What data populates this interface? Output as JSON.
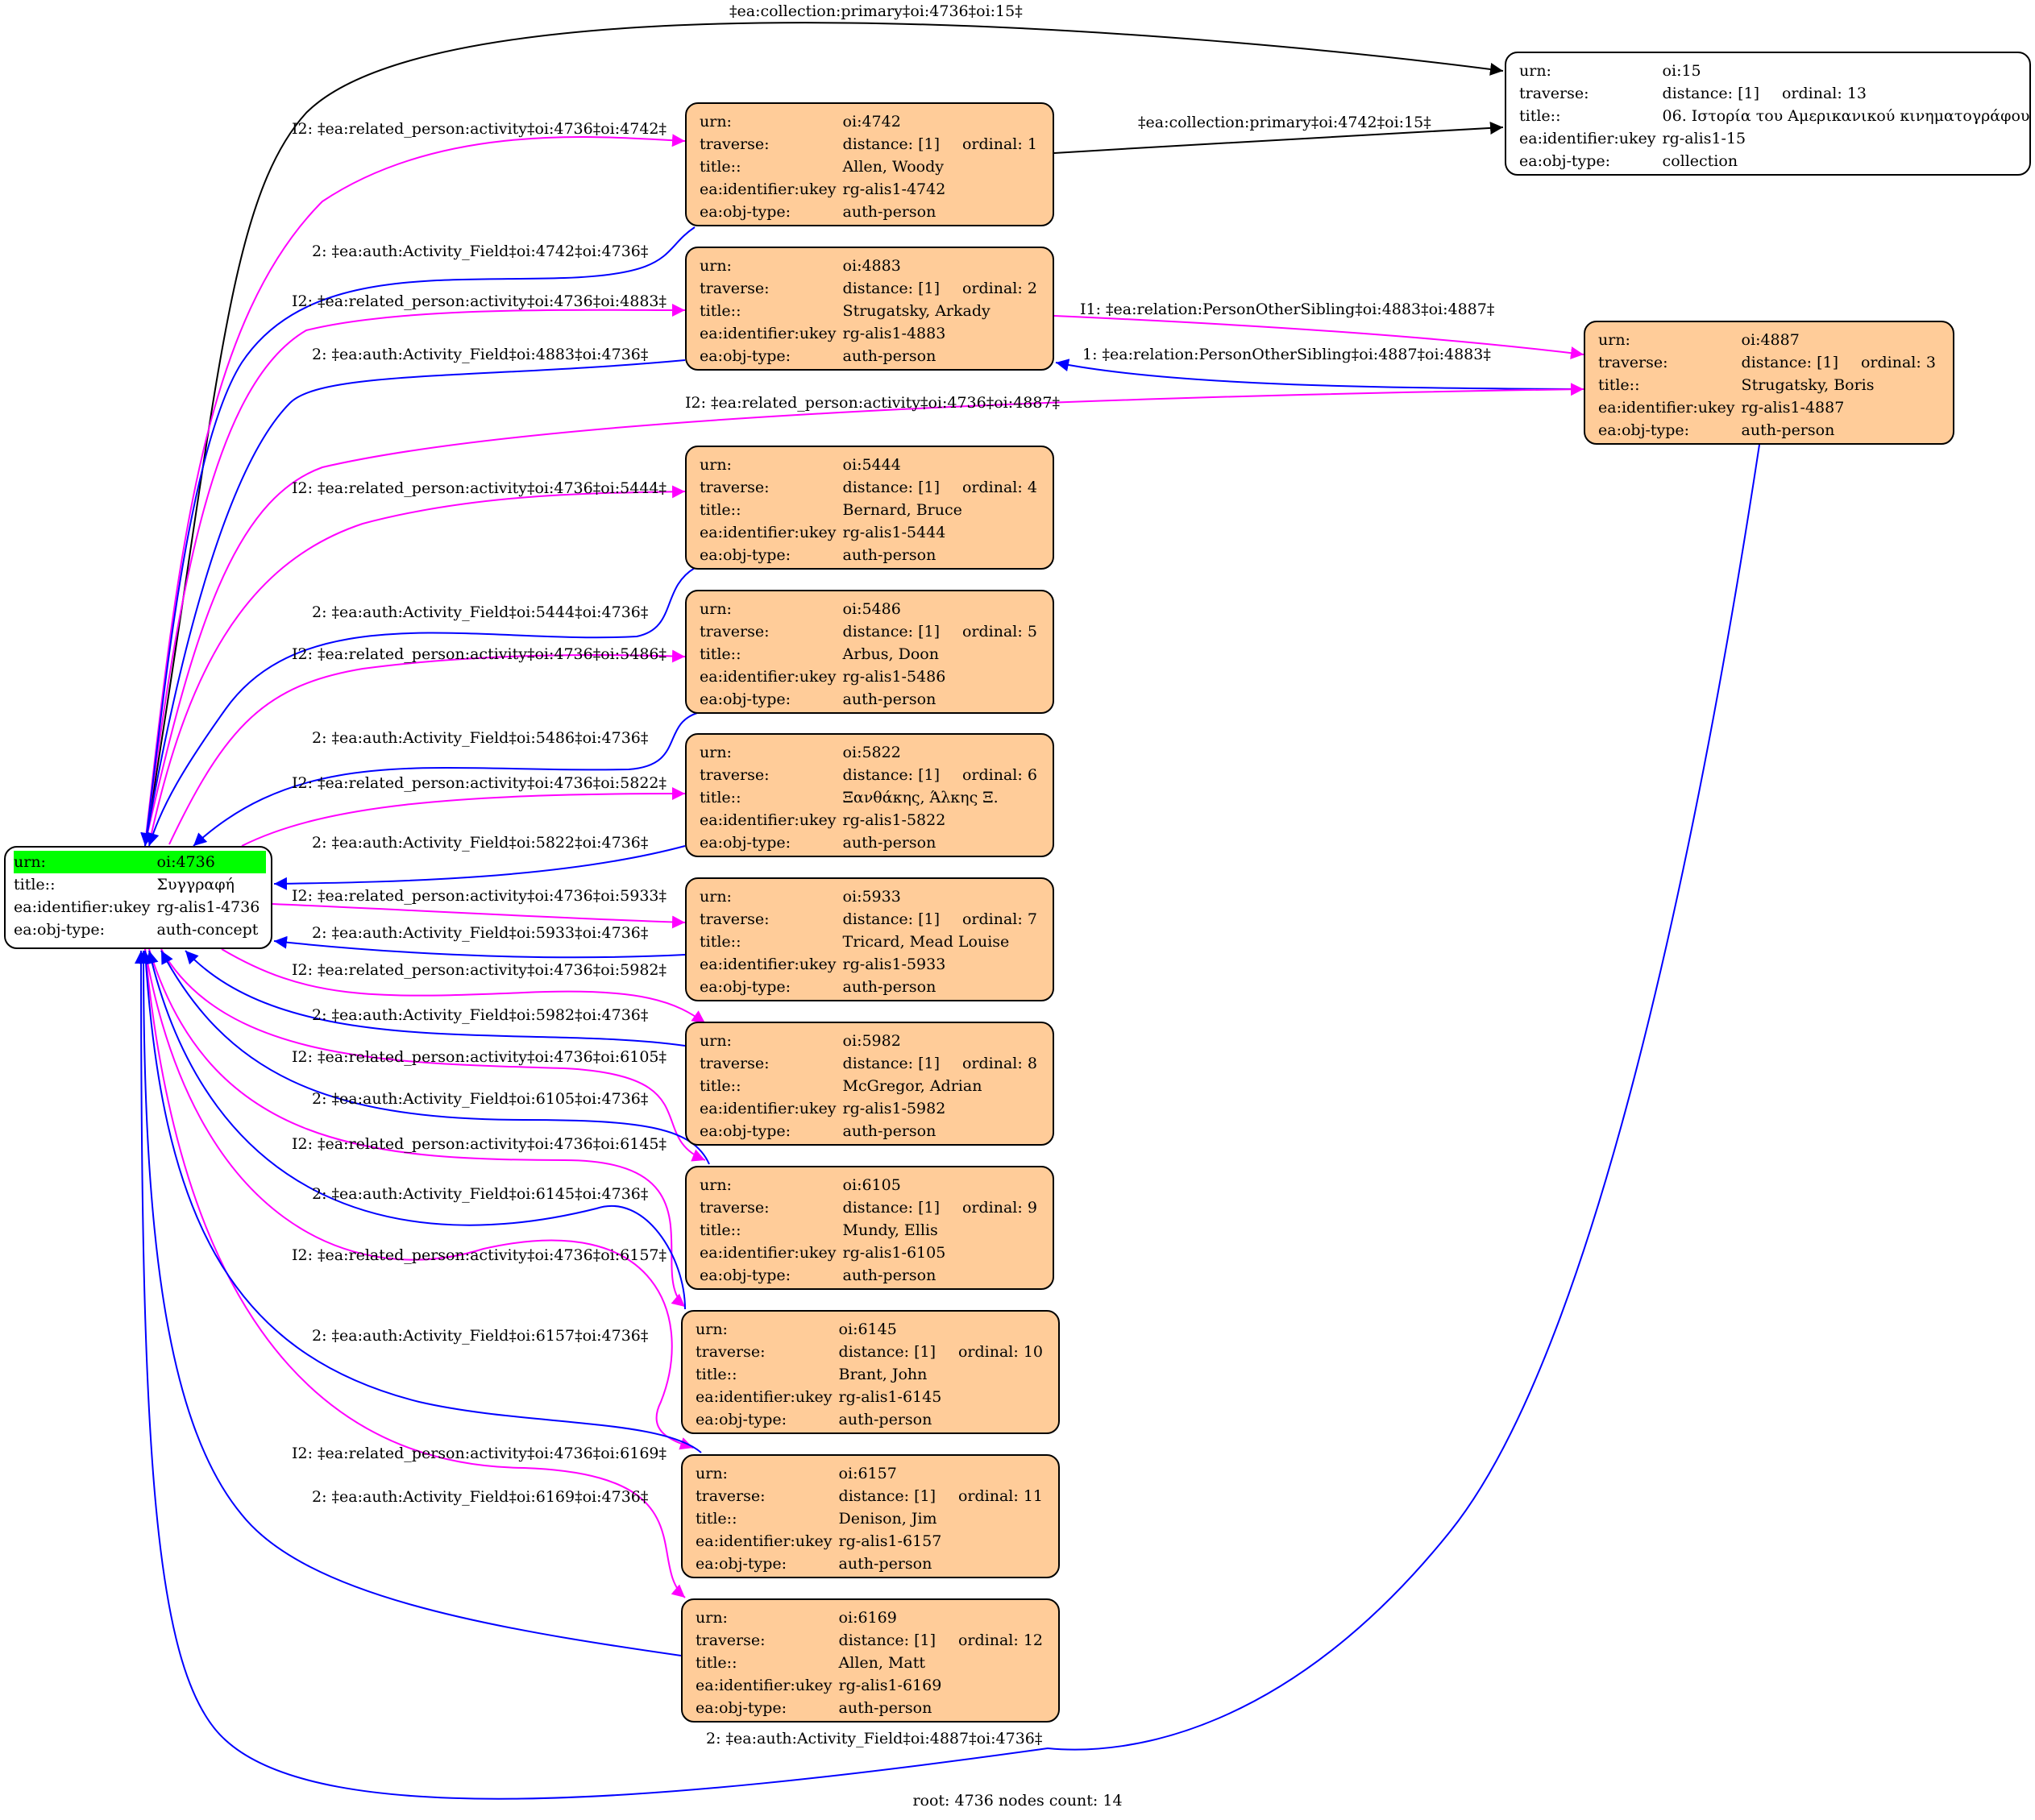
{
  "colors": {
    "person_fill": "#ffcc99",
    "collection_fill": "#ffffff",
    "root_highlight": "#00ff00",
    "edge_related": "#ff00ff",
    "edge_activity": "#0000ff",
    "edge_collection": "#000000"
  },
  "field_labels": {
    "urn": "urn:",
    "traverse": "traverse:",
    "title": "title::",
    "ukey": "ea:identifier:ukey",
    "type": "ea:obj-type:"
  },
  "root": {
    "urn": "oi:4736",
    "title": "Συγγραφή",
    "ukey": "rg-alis1-4736",
    "type": "auth-concept"
  },
  "collection": {
    "urn": "oi:15",
    "distance": "distance: [1]",
    "ordinal": "ordinal: 13",
    "title": "06. Ιστορία του Αμερικανικού κινηματογράφου",
    "ukey": "rg-alis1-15",
    "type": "collection"
  },
  "persons": [
    {
      "urn": "oi:4742",
      "distance": "distance: [1]",
      "ordinal": "ordinal: 1",
      "title": "Allen, Woody",
      "ukey": "rg-alis1-4742",
      "type": "auth-person"
    },
    {
      "urn": "oi:4883",
      "distance": "distance: [1]",
      "ordinal": "ordinal: 2",
      "title": "Strugatsky, Arkady",
      "ukey": "rg-alis1-4883",
      "type": "auth-person"
    },
    {
      "urn": "oi:4887",
      "distance": "distance: [1]",
      "ordinal": "ordinal: 3",
      "title": "Strugatsky, Boris",
      "ukey": "rg-alis1-4887",
      "type": "auth-person"
    },
    {
      "urn": "oi:5444",
      "distance": "distance: [1]",
      "ordinal": "ordinal: 4",
      "title": "Bernard, Bruce",
      "ukey": "rg-alis1-5444",
      "type": "auth-person"
    },
    {
      "urn": "oi:5486",
      "distance": "distance: [1]",
      "ordinal": "ordinal: 5",
      "title": "Arbus, Doon",
      "ukey": "rg-alis1-5486",
      "type": "auth-person"
    },
    {
      "urn": "oi:5822",
      "distance": "distance: [1]",
      "ordinal": "ordinal: 6",
      "title": "Ξανθάκης, Άλκης Ξ.",
      "ukey": "rg-alis1-5822",
      "type": "auth-person"
    },
    {
      "urn": "oi:5933",
      "distance": "distance: [1]",
      "ordinal": "ordinal: 7",
      "title": "Tricard, Mead Louise",
      "ukey": "rg-alis1-5933",
      "type": "auth-person"
    },
    {
      "urn": "oi:5982",
      "distance": "distance: [1]",
      "ordinal": "ordinal: 8",
      "title": "McGregor, Adrian",
      "ukey": "rg-alis1-5982",
      "type": "auth-person"
    },
    {
      "urn": "oi:6105",
      "distance": "distance: [1]",
      "ordinal": "ordinal: 9",
      "title": "Mundy, Ellis",
      "ukey": "rg-alis1-6105",
      "type": "auth-person"
    },
    {
      "urn": "oi:6145",
      "distance": "distance: [1]",
      "ordinal": "ordinal: 10",
      "title": "Brant, John",
      "ukey": "rg-alis1-6145",
      "type": "auth-person"
    },
    {
      "urn": "oi:6157",
      "distance": "distance: [1]",
      "ordinal": "ordinal: 11",
      "title": "Denison, Jim",
      "ukey": "rg-alis1-6157",
      "type": "auth-person"
    },
    {
      "urn": "oi:6169",
      "distance": "distance: [1]",
      "ordinal": "ordinal: 12",
      "title": "Allen, Matt",
      "ukey": "rg-alis1-6169",
      "type": "auth-person"
    }
  ],
  "edge_labels": {
    "coll_root": "‡ea:collection:primary‡oi:4736‡oi:15‡",
    "coll_4742": "‡ea:collection:primary‡oi:4742‡oi:15‡",
    "sib_4883_4887": "I1: ‡ea:relation:PersonOtherSibling‡oi:4883‡oi:4887‡",
    "sib_4887_4883": "1: ‡ea:relation:PersonOtherSibling‡oi:4887‡oi:4883‡",
    "rel_4742": "I2: ‡ea:related_person:activity‡oi:4736‡oi:4742‡",
    "act_4742": "2: ‡ea:auth:Activity_Field‡oi:4742‡oi:4736‡",
    "rel_4883": "I2: ‡ea:related_person:activity‡oi:4736‡oi:4883‡",
    "act_4883": "2: ‡ea:auth:Activity_Field‡oi:4883‡oi:4736‡",
    "rel_4887": "I2: ‡ea:related_person:activity‡oi:4736‡oi:4887‡",
    "act_4887": "2: ‡ea:auth:Activity_Field‡oi:4887‡oi:4736‡",
    "rel_5444": "I2: ‡ea:related_person:activity‡oi:4736‡oi:5444‡",
    "act_5444": "2: ‡ea:auth:Activity_Field‡oi:5444‡oi:4736‡",
    "rel_5486": "I2: ‡ea:related_person:activity‡oi:4736‡oi:5486‡",
    "act_5486": "2: ‡ea:auth:Activity_Field‡oi:5486‡oi:4736‡",
    "rel_5822": "I2: ‡ea:related_person:activity‡oi:4736‡oi:5822‡",
    "act_5822": "2: ‡ea:auth:Activity_Field‡oi:5822‡oi:4736‡",
    "rel_5933": "I2: ‡ea:related_person:activity‡oi:4736‡oi:5933‡",
    "act_5933": "2: ‡ea:auth:Activity_Field‡oi:5933‡oi:4736‡",
    "rel_5982": "I2: ‡ea:related_person:activity‡oi:4736‡oi:5982‡",
    "act_5982": "2: ‡ea:auth:Activity_Field‡oi:5982‡oi:4736‡",
    "rel_6105": "I2: ‡ea:related_person:activity‡oi:4736‡oi:6105‡",
    "act_6105": "2: ‡ea:auth:Activity_Field‡oi:6105‡oi:4736‡",
    "rel_6145": "I2: ‡ea:related_person:activity‡oi:4736‡oi:6145‡",
    "act_6145": "2: ‡ea:auth:Activity_Field‡oi:6145‡oi:4736‡",
    "rel_6157": "I2: ‡ea:related_person:activity‡oi:4736‡oi:6157‡",
    "act_6157": "2: ‡ea:auth:Activity_Field‡oi:6157‡oi:4736‡",
    "rel_6169": "I2: ‡ea:related_person:activity‡oi:4736‡oi:6169‡",
    "act_6169": "2: ‡ea:auth:Activity_Field‡oi:6169‡oi:4736‡"
  },
  "footer": "root: 4736 nodes count: 14"
}
